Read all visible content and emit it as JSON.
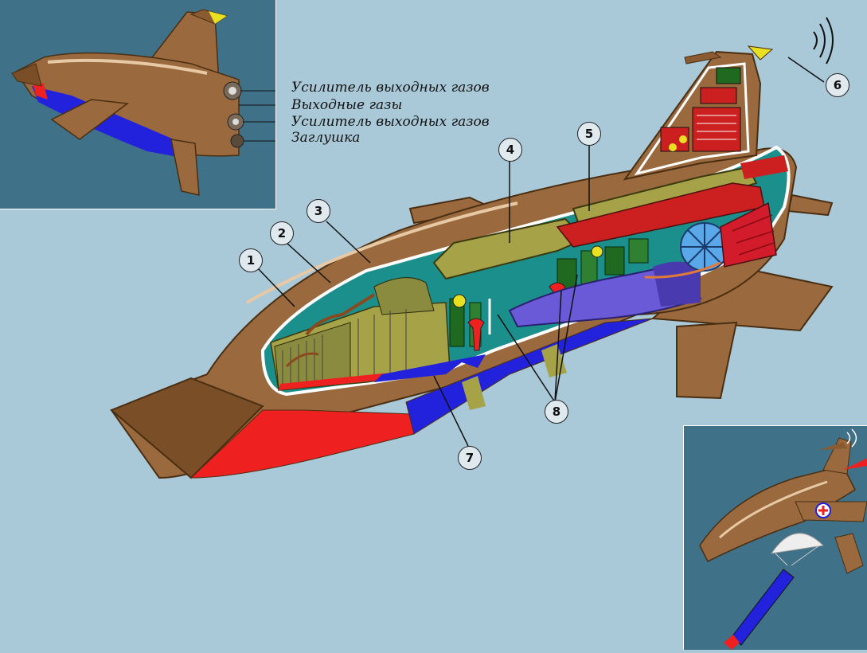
{
  "exhaust_labels": [
    "Усилитель выходных газов",
    "Выходные газы",
    "Усилитель выходных газов",
    "Заглушка"
  ],
  "callouts": [
    "1",
    "2",
    "3",
    "4",
    "5",
    "6",
    "7",
    "8"
  ],
  "colors": {
    "background": "#a9c8d8",
    "inset_background": "#3f7189",
    "fuselage": "#9a6a3e",
    "fuselage_dark": "#6b4420",
    "interior_teal": "#1a8f8c",
    "olive_blocks": "#a6a247",
    "belly_blue": "#2222dd",
    "belly_red": "#ee2020",
    "panel_red": "#cc1f1f"
  },
  "icons": [
    "radio-signal-icon",
    "parachute-icon",
    "medical-cross-icon"
  ]
}
